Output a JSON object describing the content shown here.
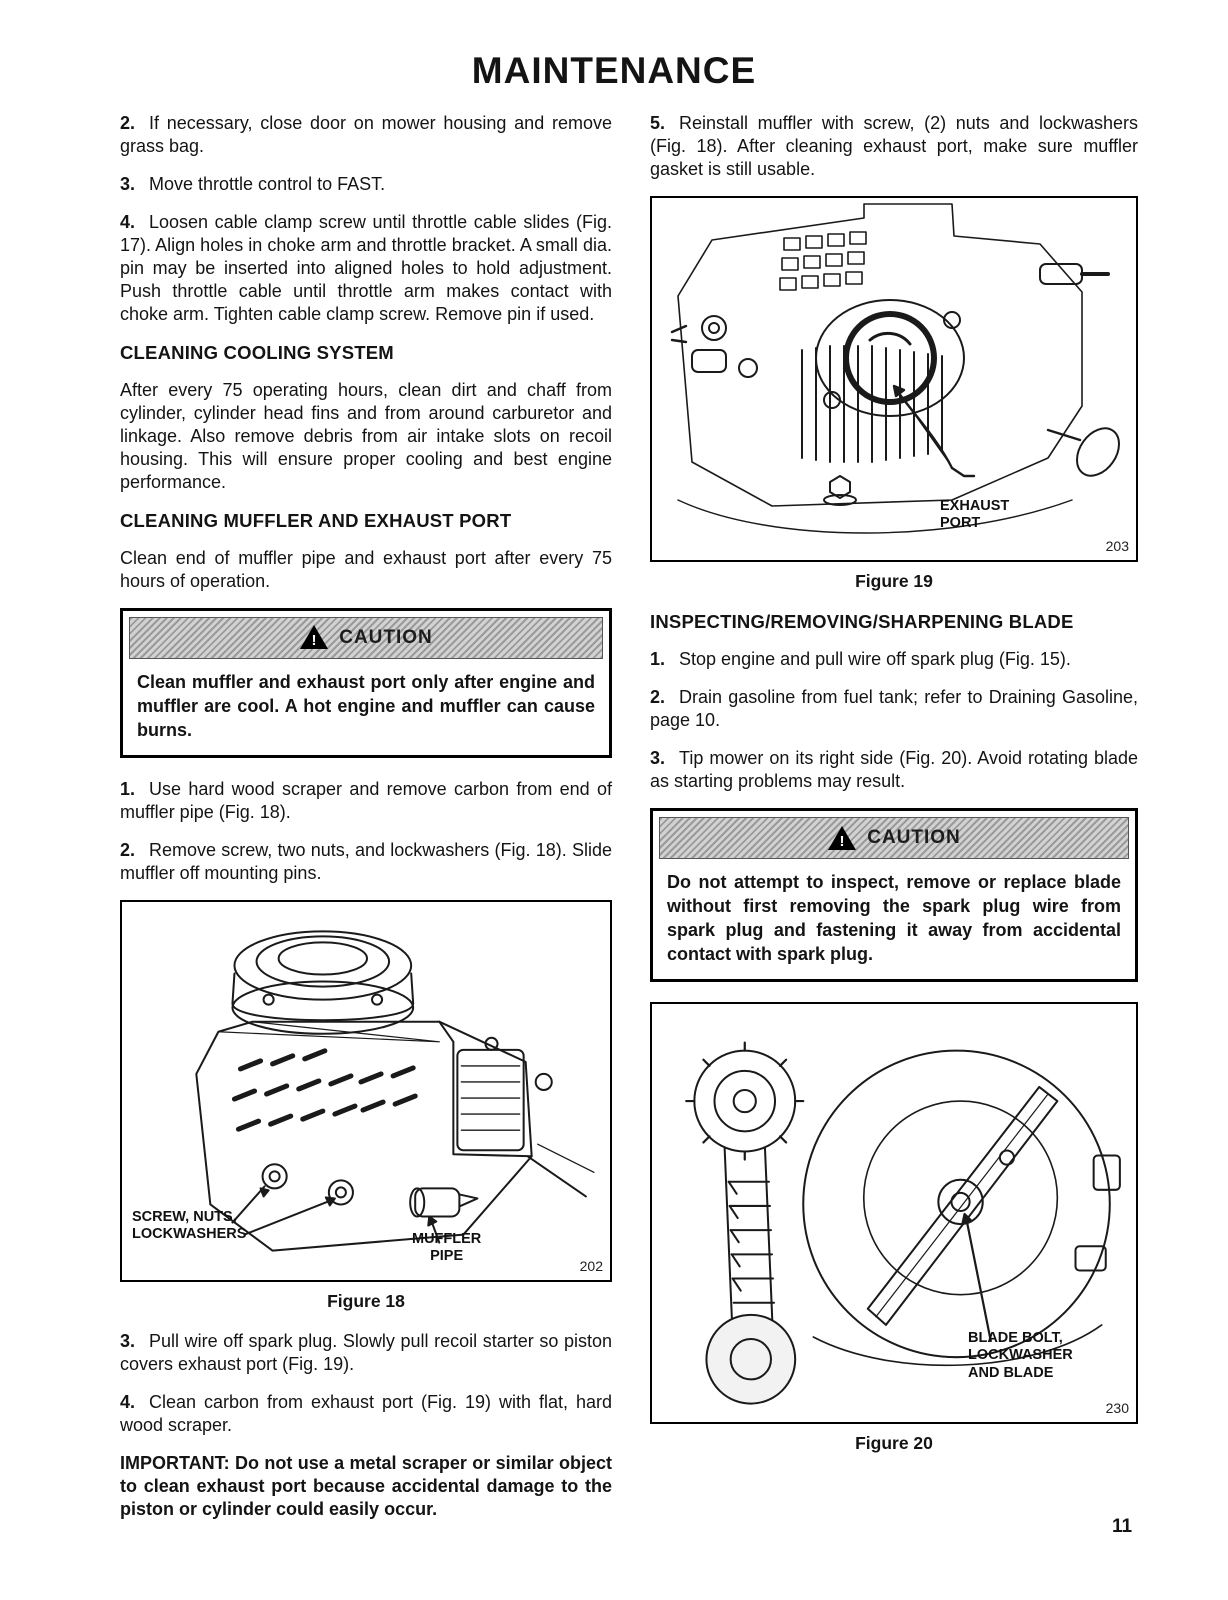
{
  "page": {
    "title": "MAINTENANCE",
    "number": "11"
  },
  "left": {
    "steps_top": [
      {
        "num": "2.",
        "text": "If necessary, close door on mower housing and remove grass bag."
      },
      {
        "num": "3.",
        "text": "Move throttle control to FAST."
      },
      {
        "num": "4.",
        "text": "Loosen cable clamp screw until throttle cable slides (Fig. 17). Align holes in choke arm and throttle bracket. A small dia. pin may be inserted into aligned holes to hold adjustment. Push throttle cable until throttle arm makes contact with choke arm. Tighten cable clamp screw. Remove pin if used."
      }
    ],
    "heading_cooling": "CLEANING COOLING SYSTEM",
    "para_cooling": "After every 75 operating hours, clean dirt and chaff from cylinder, cylinder head fins and from around carburetor and linkage. Also remove debris from air intake slots on recoil housing. This will ensure proper cooling and best engine performance.",
    "heading_muffler": "CLEANING MUFFLER AND EXHAUST PORT",
    "para_muffler": "Clean end of muffler pipe and exhaust port after every 75 hours of operation.",
    "caution": {
      "label": "CAUTION",
      "text": "Clean muffler and exhaust port only after engine and muffler are cool. A hot engine and muffler can cause burns."
    },
    "steps_mid": [
      {
        "num": "1.",
        "text": "Use hard wood scraper and remove carbon from end of muffler pipe (Fig. 18)."
      },
      {
        "num": "2.",
        "text": "Remove screw, two nuts, and lockwashers (Fig. 18). Slide muffler off mounting pins."
      }
    ],
    "figure18": {
      "caption": "Figure 18",
      "label_screws": "SCREW, NUTS,\nLOCKWASHERS",
      "label_muffler": "MUFFLER\nPIPE",
      "photo_num": "202"
    },
    "steps_bottom": [
      {
        "num": "3.",
        "text": "Pull wire off spark plug. Slowly pull recoil starter so piston covers exhaust port (Fig. 19)."
      },
      {
        "num": "4.",
        "text": "Clean carbon from exhaust port (Fig. 19) with flat, hard wood scraper."
      }
    ],
    "important": {
      "label": "IMPORTANT:",
      "text": "Do not use a metal scraper or similar object to clean exhaust port because accidental damage to the piston or cylinder could easily occur."
    }
  },
  "right": {
    "step5": {
      "num": "5.",
      "text": "Reinstall muffler with screw, (2) nuts and lockwashers (Fig. 18). After cleaning exhaust port, make sure muffler gasket is still usable."
    },
    "figure19": {
      "caption": "Figure 19",
      "label_exhaust": "EXHAUST\nPORT",
      "photo_num": "203"
    },
    "heading_blade": "INSPECTING/REMOVING/SHARPENING BLADE",
    "steps": [
      {
        "num": "1.",
        "text": "Stop engine and pull wire off spark plug (Fig. 15)."
      },
      {
        "num": "2.",
        "text": "Drain gasoline from fuel tank; refer to Draining Gasoline, page 10."
      },
      {
        "num": "3.",
        "text": "Tip mower on its right side (Fig. 20). Avoid rotating blade as starting problems may result."
      }
    ],
    "caution": {
      "label": "CAUTION",
      "text": "Do not attempt to inspect, remove or replace blade without first removing the spark plug wire from spark plug and fastening it away from accidental contact with spark plug."
    },
    "figure20": {
      "caption": "Figure 20",
      "label_blade": "BLADE BOLT,\nLOCKWASHER\nAND BLADE",
      "photo_num": "230"
    }
  }
}
